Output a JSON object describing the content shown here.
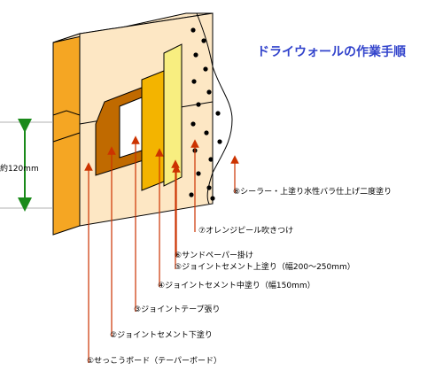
{
  "title": "ドライウォールの作業手順",
  "dimension_label": "約120mm",
  "steps": [
    "①せっこうボード（テーパーボード）",
    "②ジョイントセメント下塗り",
    "③ジョイントテープ張り",
    "④ジョイントセメント中塗り（幅150mm）",
    "⑤ジョイントセメント上塗り（幅200～250mm）",
    "⑥サンドペーパー掛け",
    "⑦オレンジピール吹きつけ",
    "⑧シーラー・上塗り水性バラ仕上げ二度塗り"
  ],
  "colors": {
    "board": "#f5a623",
    "board_edge": "#c87400",
    "undercoat": "#c06a00",
    "tape": "#ffffff",
    "midcoat": "#f3b400",
    "topcoat": "#f8ee80",
    "arrow": "#cc3300",
    "dim_arrow": "#1a8a1a",
    "title": "#3344cc"
  }
}
